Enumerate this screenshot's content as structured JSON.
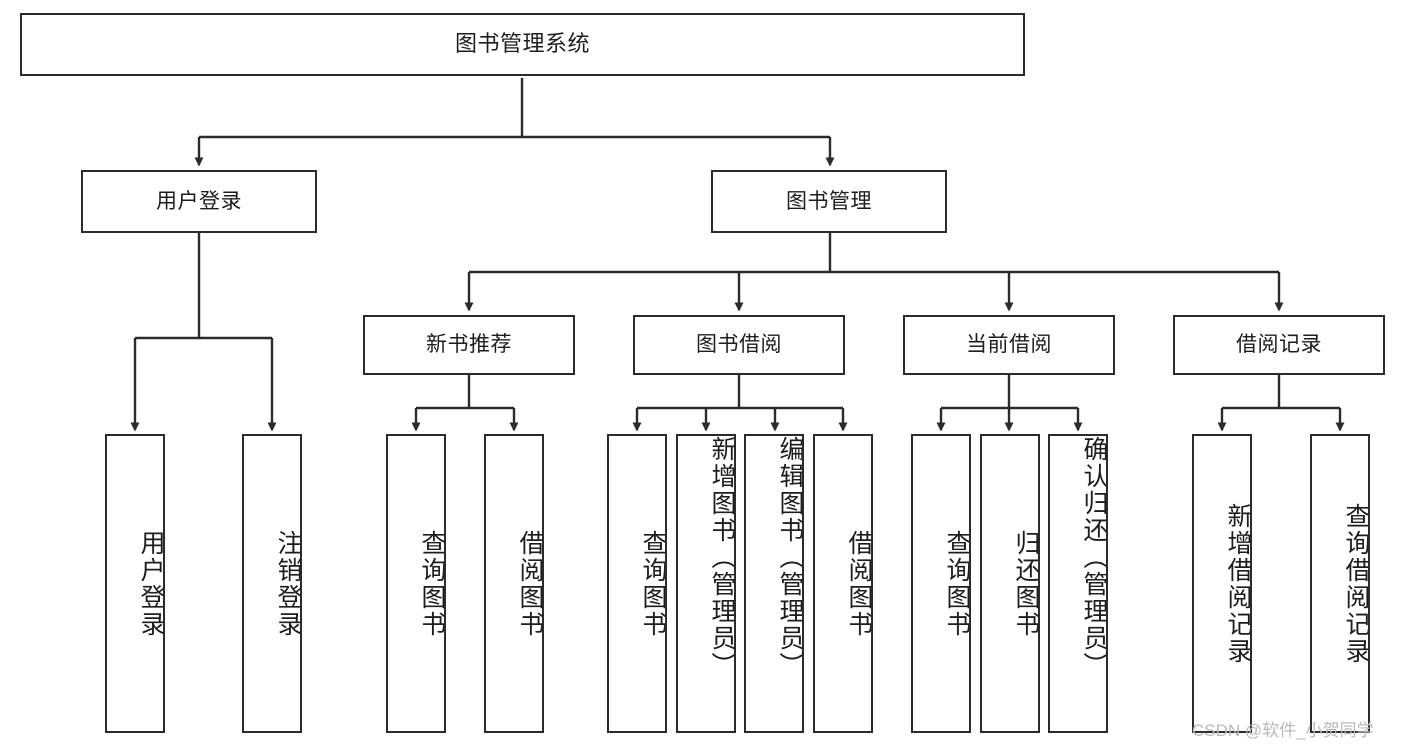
{
  "diagram": {
    "type": "tree-hierarchy",
    "title": "图书管理系统",
    "background_color": "#ffffff",
    "line_color": "#2b2b2b",
    "text_color": "#1d1d1d",
    "watermark": "CSDN @软件_小贺同学"
  },
  "nodes": {
    "root": {
      "label": "图书管理系统"
    },
    "level2": [
      {
        "label": "用户登录"
      },
      {
        "label": "图书管理"
      }
    ],
    "level3": [
      {
        "label": "新书推荐"
      },
      {
        "label": "图书借阅"
      },
      {
        "label": "当前借阅"
      },
      {
        "label": "借阅记录"
      }
    ],
    "leaves": {
      "user_login": [
        {
          "label": "用户登录"
        },
        {
          "label": "注销登录"
        }
      ],
      "new_book_recommend": [
        {
          "label": "查询图书"
        },
        {
          "label": "借阅图书"
        }
      ],
      "book_borrow": [
        {
          "label": "查询图书"
        },
        {
          "label": "新增图书（管理员）"
        },
        {
          "label": "编辑图书（管理员）"
        },
        {
          "label": "借阅图书"
        }
      ],
      "current_borrow": [
        {
          "label": "查询图书"
        },
        {
          "label": "归还图书"
        },
        {
          "label": "确认归还（管理员）"
        }
      ],
      "borrow_record": [
        {
          "label": "新增借阅记录"
        },
        {
          "label": "查询借阅记录"
        }
      ]
    }
  }
}
